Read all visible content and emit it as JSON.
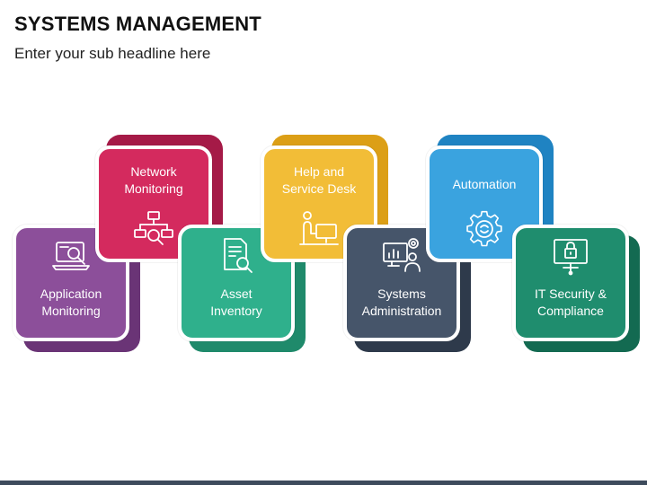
{
  "header": {
    "title": "SYSTEMS MANAGEMENT",
    "subtitle": "Enter your sub headline here"
  },
  "cards": [
    {
      "label": "Application\nMonitoring",
      "icon": "laptop-magnifier-icon",
      "face": "#8c4f9a",
      "shadow": "#6a3476"
    },
    {
      "label": "Network\nMonitoring",
      "icon": "network-search-icon",
      "face": "#d42a5e",
      "shadow": "#a51a47"
    },
    {
      "label": "Asset\nInventory",
      "icon": "document-search-icon",
      "face": "#2fb08c",
      "shadow": "#1f8a6b"
    },
    {
      "label": "Help and\nService Desk",
      "icon": "service-desk-icon",
      "face": "#f2bd37",
      "shadow": "#dc9f16"
    },
    {
      "label": "Systems\nAdministration",
      "icon": "admin-dashboard-icon",
      "face": "#46556a",
      "shadow": "#2e3a4b"
    },
    {
      "label": "Automation",
      "icon": "automation-gear-icon",
      "face": "#3aa3df",
      "shadow": "#1f83c2"
    },
    {
      "label": "IT Security &\nCompliance",
      "icon": "security-monitor-icon",
      "face": "#1f8d6e",
      "shadow": "#136a51"
    }
  ],
  "footer": {
    "bar_color": "#3d4b5c"
  }
}
